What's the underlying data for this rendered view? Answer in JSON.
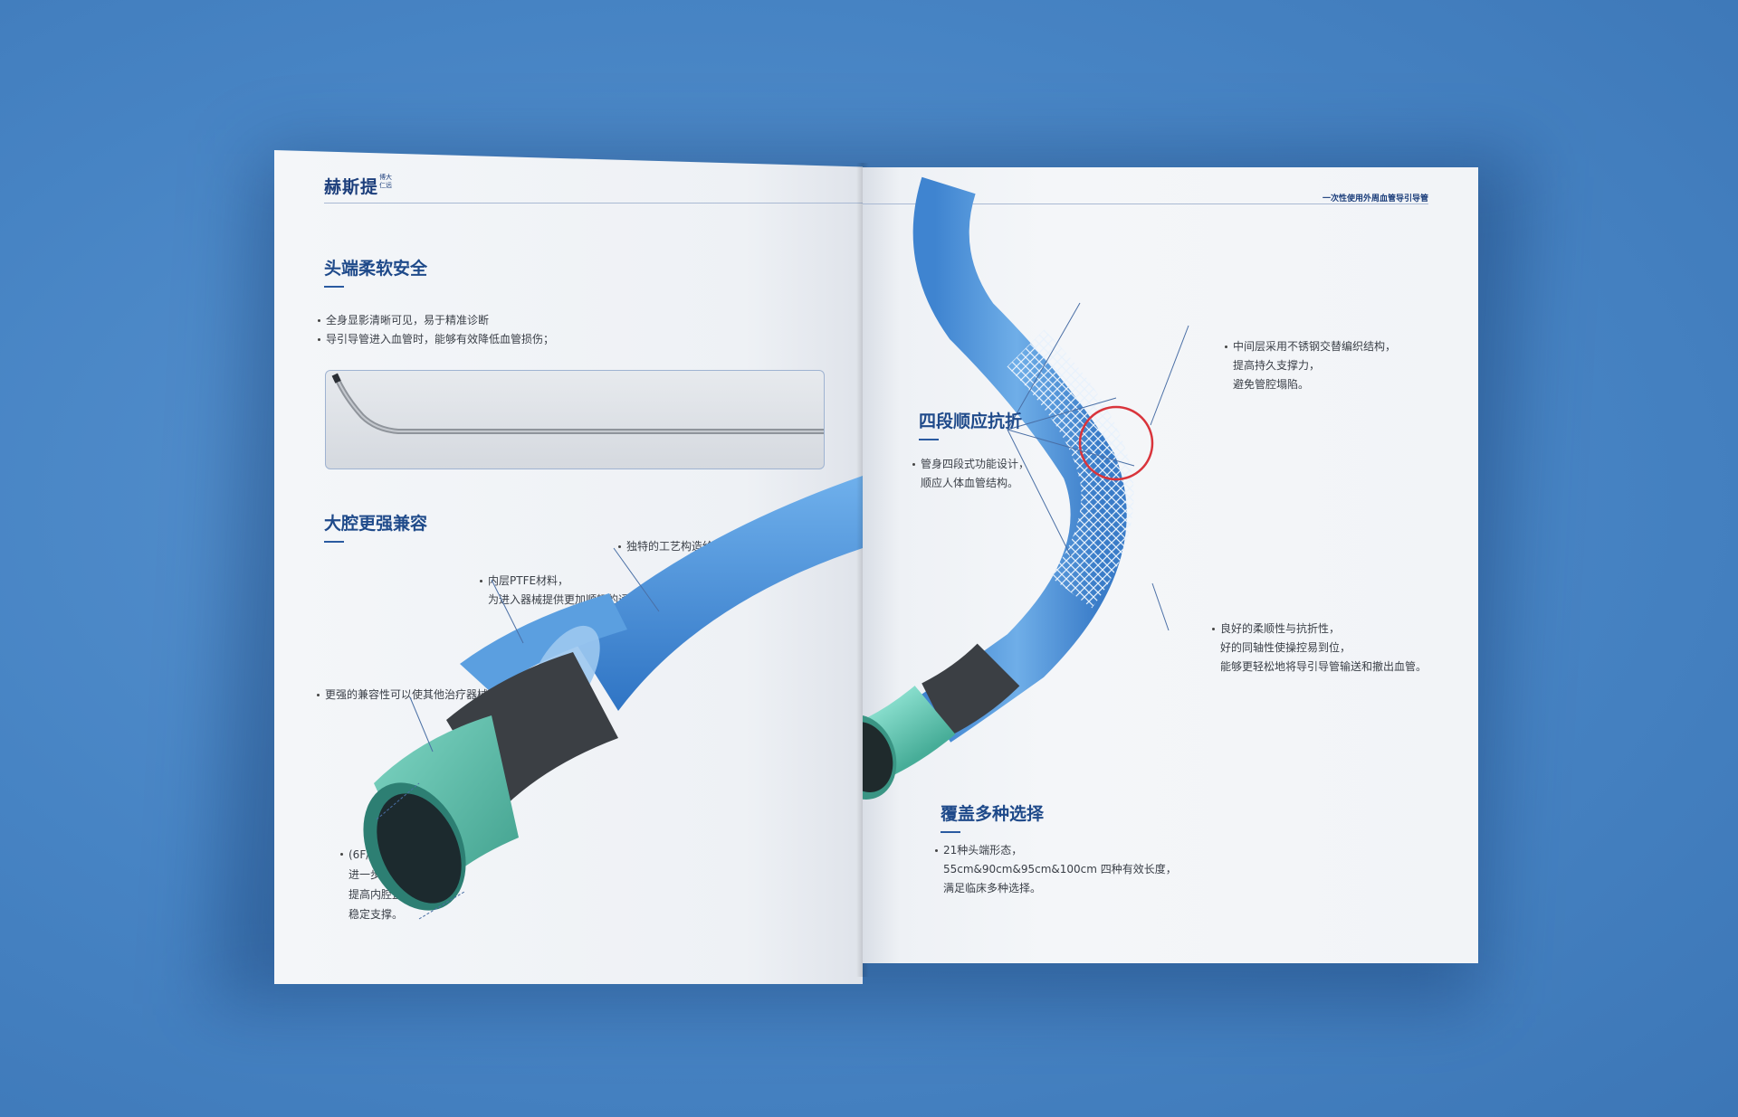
{
  "left_page": {
    "brand": "赫斯提",
    "brand_sub": "博大 仁远",
    "section1": {
      "title": "头端柔软安全",
      "bullets": [
        "全身显影清晰可见，易于精准诊断",
        "导引导管进入血管时，能够有效降低血管损伤；"
      ]
    },
    "section2": {
      "title": "大腔更强兼容",
      "note_support": "独特的工艺构造给予管身优异的支撑力",
      "note_ptfe": [
        "内层PTFE材料，",
        "为进入器械提供更加顺畅的通道"
      ],
      "note_compat": "更强的兼容性可以使其他治疗器械易于导入",
      "note_size": [
        "(6F/7F/8F/9F)",
        "进一步优化管腔设计，",
        "提高内腔直径，",
        "稳定支撑。"
      ]
    }
  },
  "right_page": {
    "top_label": "一次性使用外周血管导引导管",
    "section3": {
      "title": "四段顺应抗折",
      "lines": [
        "管身四段式功能设计，",
        "顺应人体血管结构。"
      ]
    },
    "note_braid": [
      "中间层采用不锈钢交替编织结构，",
      "提高持久支撑力，",
      "避免管腔塌陷。"
    ],
    "note_flex": [
      "良好的柔顺性与抗折性，",
      "好的同轴性使操控易到位，",
      "能够更轻松地将导引导管输送和撤出血管。"
    ],
    "section4": {
      "title": "覆盖多种选择",
      "lines": [
        "21种头端形态，",
        "55cm&90cm&95cm&100cm 四种有效长度，",
        "满足临床多种选择。"
      ]
    }
  },
  "colors": {
    "background": "#4784c4",
    "heading": "#1f4a8a",
    "tube_blue": "#4a8ed6",
    "tube_teal": "#5fc3b0",
    "tube_dark": "#3b3f44",
    "circle": "#d9343b"
  }
}
